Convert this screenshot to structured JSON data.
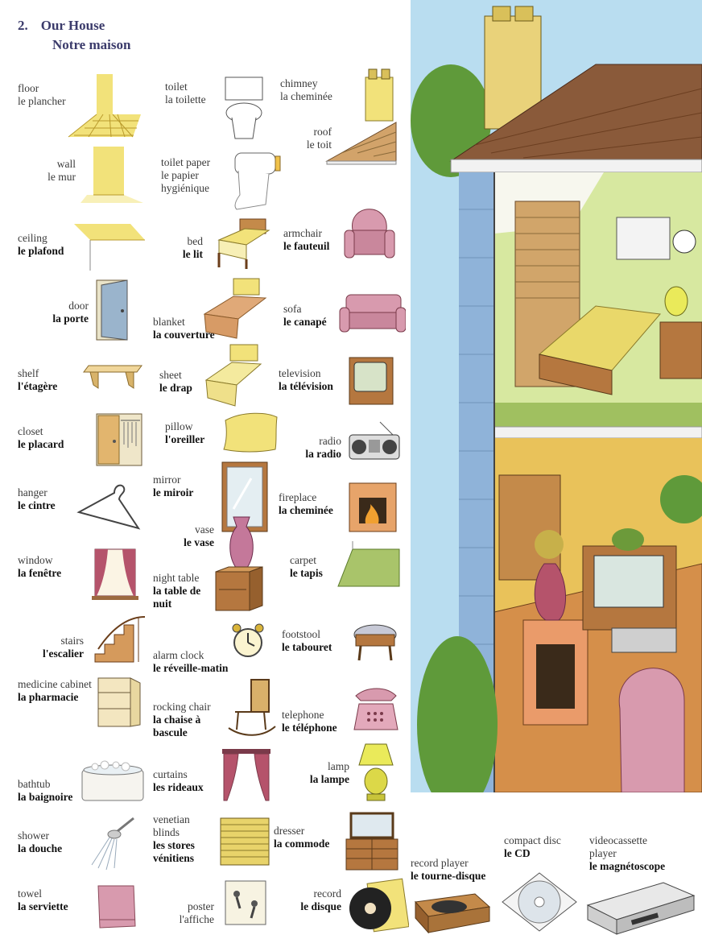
{
  "page": {
    "number": "2.",
    "title_en": "Our House",
    "title_fr": "Notre maison"
  },
  "vocab": [
    {
      "en": "floor",
      "fr": "le plancher",
      "icon": "floor-icon"
    },
    {
      "en": "wall",
      "fr": "le mur",
      "icon": "wall-icon"
    },
    {
      "en": "ceiling",
      "fr": "le plafond",
      "icon": "ceiling-icon"
    },
    {
      "en": "door",
      "fr": "la porte",
      "icon": "door-icon"
    },
    {
      "en": "shelf",
      "fr": "l'étagère",
      "icon": "shelf-icon"
    },
    {
      "en": "closet",
      "fr": "le placard",
      "icon": "closet-icon"
    },
    {
      "en": "hanger",
      "fr": "le cintre",
      "icon": "hanger-icon"
    },
    {
      "en": "window",
      "fr": "la fenêtre",
      "icon": "window-icon"
    },
    {
      "en": "stairs",
      "fr": "l'escalier",
      "icon": "stairs-icon"
    },
    {
      "en": "medicine cabinet",
      "fr": "la pharmacie",
      "icon": "medicine-cabinet-icon"
    },
    {
      "en": "bathtub",
      "fr": "la baignoire",
      "icon": "bathtub-icon"
    },
    {
      "en": "shower",
      "fr": "la douche",
      "icon": "shower-icon"
    },
    {
      "en": "towel",
      "fr": "la serviette",
      "icon": "towel-icon"
    },
    {
      "en": "toilet",
      "fr": "la toilette",
      "icon": "toilet-icon"
    },
    {
      "en": "toilet paper",
      "fr": "le papier hygiénique",
      "icon": "toilet-paper-icon"
    },
    {
      "en": "bed",
      "fr": "le lit",
      "icon": "bed-icon"
    },
    {
      "en": "blanket",
      "fr": "la couverture",
      "icon": "blanket-icon"
    },
    {
      "en": "sheet",
      "fr": "le drap",
      "icon": "sheet-icon"
    },
    {
      "en": "pillow",
      "fr": "l'oreiller",
      "icon": "pillow-icon"
    },
    {
      "en": "mirror",
      "fr": "le miroir",
      "icon": "mirror-icon"
    },
    {
      "en": "vase",
      "fr": "le vase",
      "icon": "vase-icon"
    },
    {
      "en": "night table",
      "fr": "la table de nuit",
      "icon": "night-table-icon"
    },
    {
      "en": "alarm clock",
      "fr": "le réveille-matin",
      "icon": "alarm-clock-icon"
    },
    {
      "en": "rocking chair",
      "fr": "la chaise à bascule",
      "icon": "rocking-chair-icon"
    },
    {
      "en": "curtains",
      "fr": "les rideaux",
      "icon": "curtains-icon"
    },
    {
      "en": "venetian blinds",
      "fr": "les stores vénitiens",
      "icon": "venetian-blinds-icon"
    },
    {
      "en": "poster",
      "fr": "l'affiche",
      "icon": "poster-icon"
    },
    {
      "en": "chimney",
      "fr": "la cheminée",
      "icon": "chimney-icon"
    },
    {
      "en": "roof",
      "fr": "le toit",
      "icon": "roof-icon"
    },
    {
      "en": "armchair",
      "fr": "le fauteuil",
      "icon": "armchair-icon"
    },
    {
      "en": "sofa",
      "fr": "le canapé",
      "icon": "sofa-icon"
    },
    {
      "en": "television",
      "fr": "la télévision",
      "icon": "television-icon"
    },
    {
      "en": "radio",
      "fr": "la radio",
      "icon": "radio-icon"
    },
    {
      "en": "fireplace",
      "fr": "la cheminée",
      "icon": "fireplace-icon"
    },
    {
      "en": "carpet",
      "fr": "le tapis",
      "icon": "carpet-icon"
    },
    {
      "en": "footstool",
      "fr": "le tabouret",
      "icon": "footstool-icon"
    },
    {
      "en": "telephone",
      "fr": "le téléphone",
      "icon": "telephone-icon"
    },
    {
      "en": "lamp",
      "fr": "la lampe",
      "icon": "lamp-icon"
    },
    {
      "en": "dresser",
      "fr": "la commode",
      "icon": "dresser-icon"
    },
    {
      "en": "record",
      "fr": "le disque",
      "icon": "record-icon"
    },
    {
      "en": "record player",
      "fr": "le tourne-disque",
      "icon": "record-player-icon"
    },
    {
      "en": "compact disc",
      "fr": "le CD",
      "icon": "compact-disc-icon"
    },
    {
      "en": "videocassette player",
      "fr": "le magnétoscope",
      "icon": "videocassette-player-icon"
    }
  ],
  "colors": {
    "title": "#3b3b6b",
    "yellow": "#f2e27a",
    "pink": "#d89aae",
    "wood": "#b5773f",
    "siding": "#8fb3d9",
    "grass": "#7aa84a"
  }
}
